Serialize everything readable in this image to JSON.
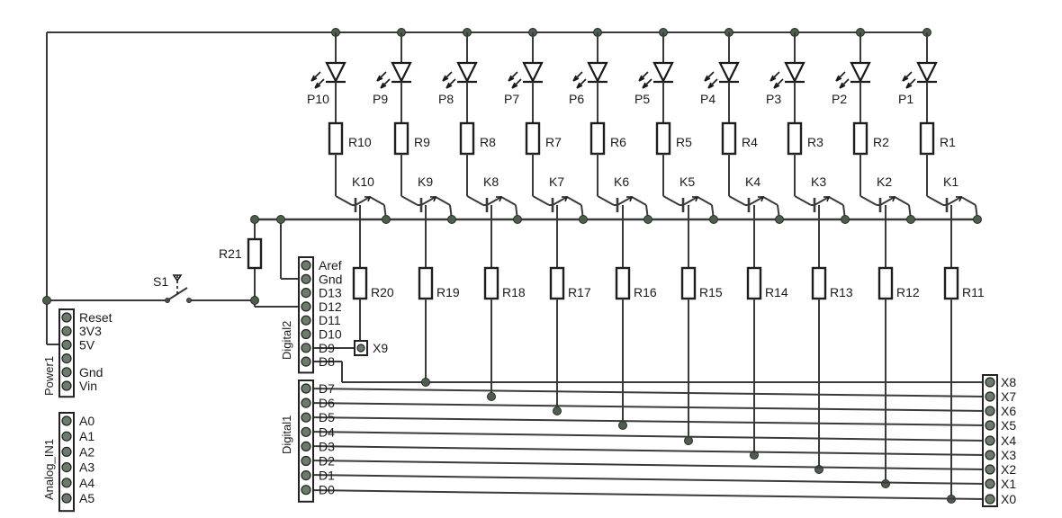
{
  "leds": [
    "P10",
    "P9",
    "P8",
    "P7",
    "P6",
    "P5",
    "P4",
    "P3",
    "P2",
    "P1"
  ],
  "resistors_top": [
    "R10",
    "R9",
    "R8",
    "R7",
    "R6",
    "R5",
    "R4",
    "R3",
    "R2",
    "R1"
  ],
  "transistors": [
    "K10",
    "K9",
    "K8",
    "K7",
    "K6",
    "K5",
    "K4",
    "K3",
    "K2",
    "K1"
  ],
  "resistors_base": [
    "R20",
    "R19",
    "R18",
    "R17",
    "R16",
    "R15",
    "R14",
    "R13",
    "R12",
    "R11"
  ],
  "r21": "R21",
  "switch": "S1",
  "x9_label": "X9",
  "right_terminals": [
    "X8",
    "X7",
    "X6",
    "X5",
    "X4",
    "X3",
    "X2",
    "X1",
    "X0"
  ],
  "power_block": {
    "name": "Power1",
    "pins": [
      "Reset",
      "3V3",
      "5V",
      "",
      "Gnd",
      "Vin"
    ]
  },
  "analog_block": {
    "name": "Analog_IN1",
    "pins": [
      "A0",
      "A1",
      "A2",
      "A3",
      "A4",
      "A5"
    ]
  },
  "digital2_block": {
    "name": "Digital2",
    "pins": [
      "Aref",
      "Gnd",
      "D13",
      "D12",
      "D11",
      "D10",
      "D9",
      "D8"
    ]
  },
  "digital1_block": {
    "name": "Digital1",
    "pins": [
      "D7",
      "D6",
      "D5",
      "D4",
      "D3",
      "D2",
      "D1",
      "D0"
    ]
  }
}
